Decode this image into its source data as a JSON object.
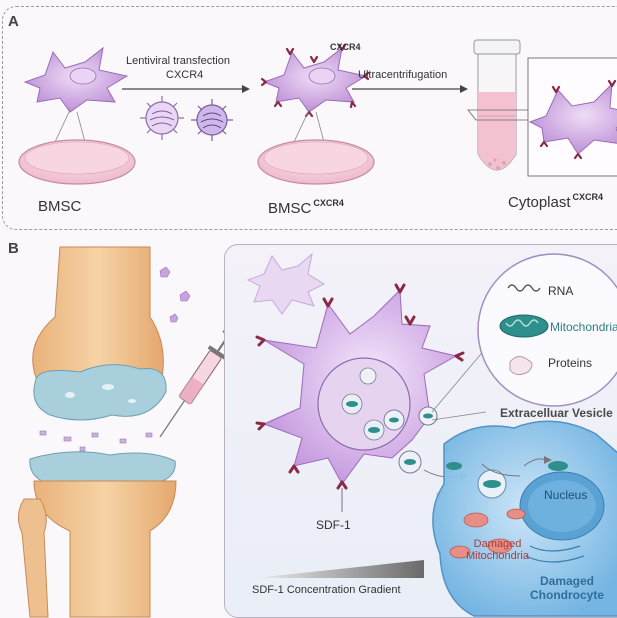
{
  "panel_a": {
    "label": "A",
    "bmsc_caption": "BMSC",
    "bmsc_cxcr4_caption": "BMSC",
    "bmsc_cxcr4_sup": "CXCR4",
    "cytoplast_caption": "Cytoplast",
    "cytoplast_sup": "CXCR4",
    "arrow1_line1": "Lentiviral transfection",
    "arrow1_line2": "CXCR4",
    "arrow2_label": "Ultracentrifugation",
    "cell_tag": "CXCR4"
  },
  "panel_b": {
    "label": "B",
    "rna_label": "RNA",
    "mito_label": "Mitochondria",
    "proteins_label": "Proteins",
    "vesicle_label": "Extracelluar Vesicle",
    "sdf_label": "SDF-1",
    "nucleus_label": "Nucleus",
    "damaged_mito_line1": "Damaged",
    "damaged_mito_line2": "Mitochondria",
    "chondrocyte_line1": "Damaged",
    "chondrocyte_line2": "Chondrocyte",
    "gradient_label": "SDF-1 Concentration Gradient"
  },
  "colors": {
    "cell_purple": "#c99fdc",
    "receptor": "#8a2a4a",
    "mito_teal": "#2f8f8c",
    "chondrocyte_blue": "#6fb6e6",
    "dish_pink": "#f3c9d7",
    "bone": "#f0c58f",
    "cartilage": "#9fc6d4"
  }
}
